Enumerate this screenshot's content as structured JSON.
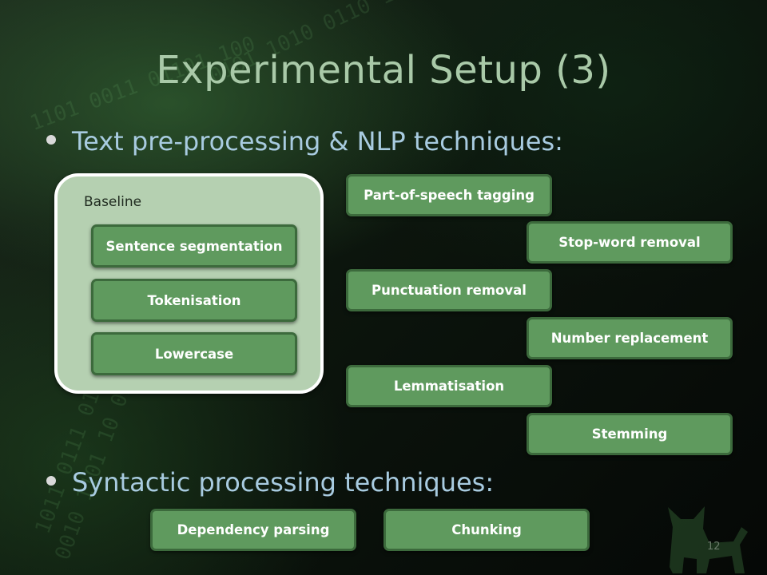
{
  "title": "Experimental Setup (3)",
  "bullets": {
    "first": "Text pre-processing & NLP techniques:",
    "second": "Syntactic processing techniques:"
  },
  "baseline": {
    "label": "Baseline",
    "items": [
      "Sentence segmentation",
      "Tokenisation",
      "Lowercase"
    ]
  },
  "techniques": {
    "pos": "Part-of-speech tagging",
    "stopword": "Stop-word removal",
    "punctuation": "Punctuation removal",
    "number": "Number replacement",
    "lemma": "Lemmatisation",
    "stem": "Stemming"
  },
  "syntactic": [
    "Dependency parsing",
    "Chunking"
  ],
  "slide_number": "12",
  "colors": {
    "pill_fill": "#5f9a5e",
    "baseline_fill": "#b5d0b1",
    "title": "#a9c9a8",
    "bullet_text": "#a8cbe0"
  }
}
